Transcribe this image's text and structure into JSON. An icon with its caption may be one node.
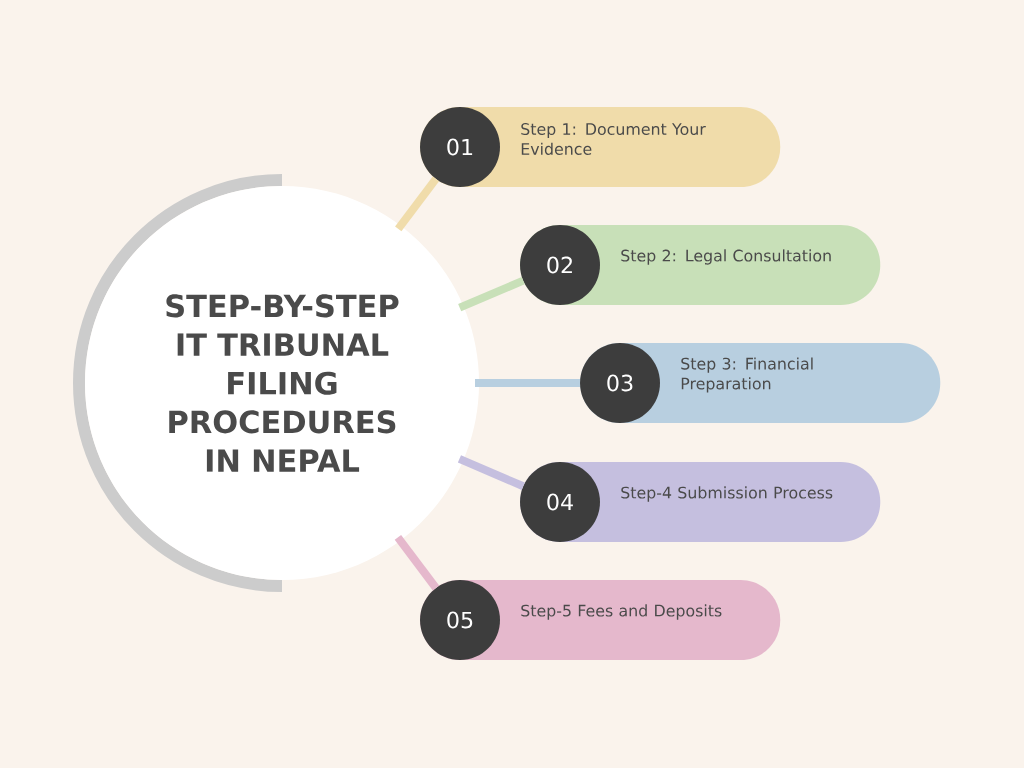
{
  "diagram": {
    "nodes": [
      {
        "text": [
          "STEP-BY-STEP IT TRIBUNAL FILING PROCEDURES IN NEPAL"
        ]
      },
      {
        "text": [
          "01",
          "Step 1: Document Your Evidence"
        ]
      },
      {
        "text": [
          "02",
          "Step 2: Legal Consultation"
        ]
      },
      {
        "text": [
          "03",
          "Step 3: Financial Preparation"
        ]
      },
      {
        "text": [
          "04",
          "Step-4 Submission Process"
        ]
      },
      {
        "text": [
          "05",
          "Step-5 Fees and Deposits"
        ]
      }
    ],
    "edges": [
      {
        "from": 0,
        "to": 1,
        "arrow": "none",
        "color": "#f0dcaa"
      },
      {
        "from": 0,
        "to": 2,
        "arrow": "none",
        "color": "#c8e0b8"
      },
      {
        "from": 0,
        "to": 3,
        "arrow": "none",
        "color": "#b8cfe0"
      },
      {
        "from": 0,
        "to": 4,
        "arrow": "none",
        "color": "#c5bfdf"
      },
      {
        "from": 0,
        "to": 5,
        "arrow": "none",
        "color": "#e5b8cc"
      }
    ]
  }
}
